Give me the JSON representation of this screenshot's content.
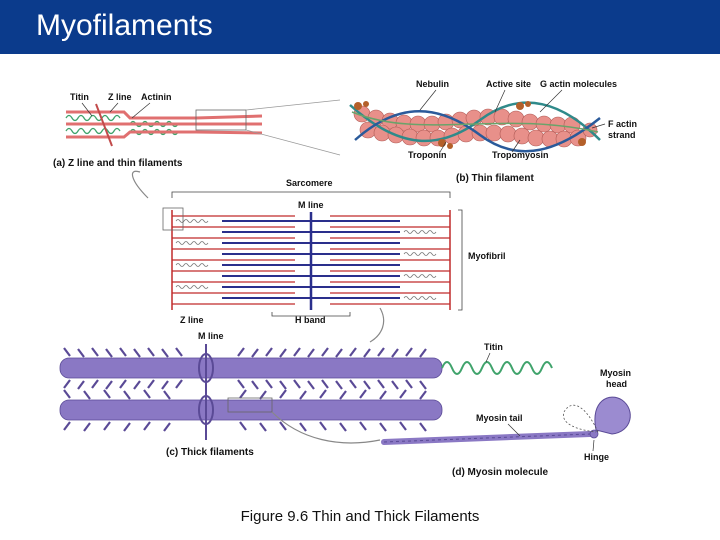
{
  "slide": {
    "title": "Myofilaments",
    "caption": "Figure 9.6  Thin and Thick Filaments"
  },
  "colors": {
    "title_bar": "#0b3b8c",
    "actin_bead": "#e8908a",
    "tropomyosin": "#2f8a8a",
    "troponin": "#b4602a",
    "titin": "#3fa36b",
    "thick_filament": "#8a78c4",
    "m_line": "#2a2f8c"
  },
  "labels": {
    "titin_a": "Titin",
    "z_line_a": "Z line",
    "actinin": "Actinin",
    "panel_a": "(a)  Z line and thin filaments",
    "nebulin": "Nebulin",
    "active_site": "Active site",
    "g_actin": "G actin molecules",
    "f_actin_1": "F actin",
    "f_actin_2": "strand",
    "troponin": "Troponin",
    "tropomyosin": "Tropomyosin",
    "panel_b": "(b)  Thin filament",
    "sarcomere": "Sarcomere",
    "m_line": "M line",
    "myofibril": "Myofibril",
    "z_line": "Z line",
    "h_band": "H band",
    "m_line_c": "M line",
    "titin_c": "Titin",
    "myosin_head_1": "Myosin",
    "myosin_head_2": "head",
    "myosin_tail": "Myosin tail",
    "panel_c": "(c)  Thick filaments",
    "hinge": "Hinge",
    "panel_d": "(d)  Myosin molecule"
  }
}
